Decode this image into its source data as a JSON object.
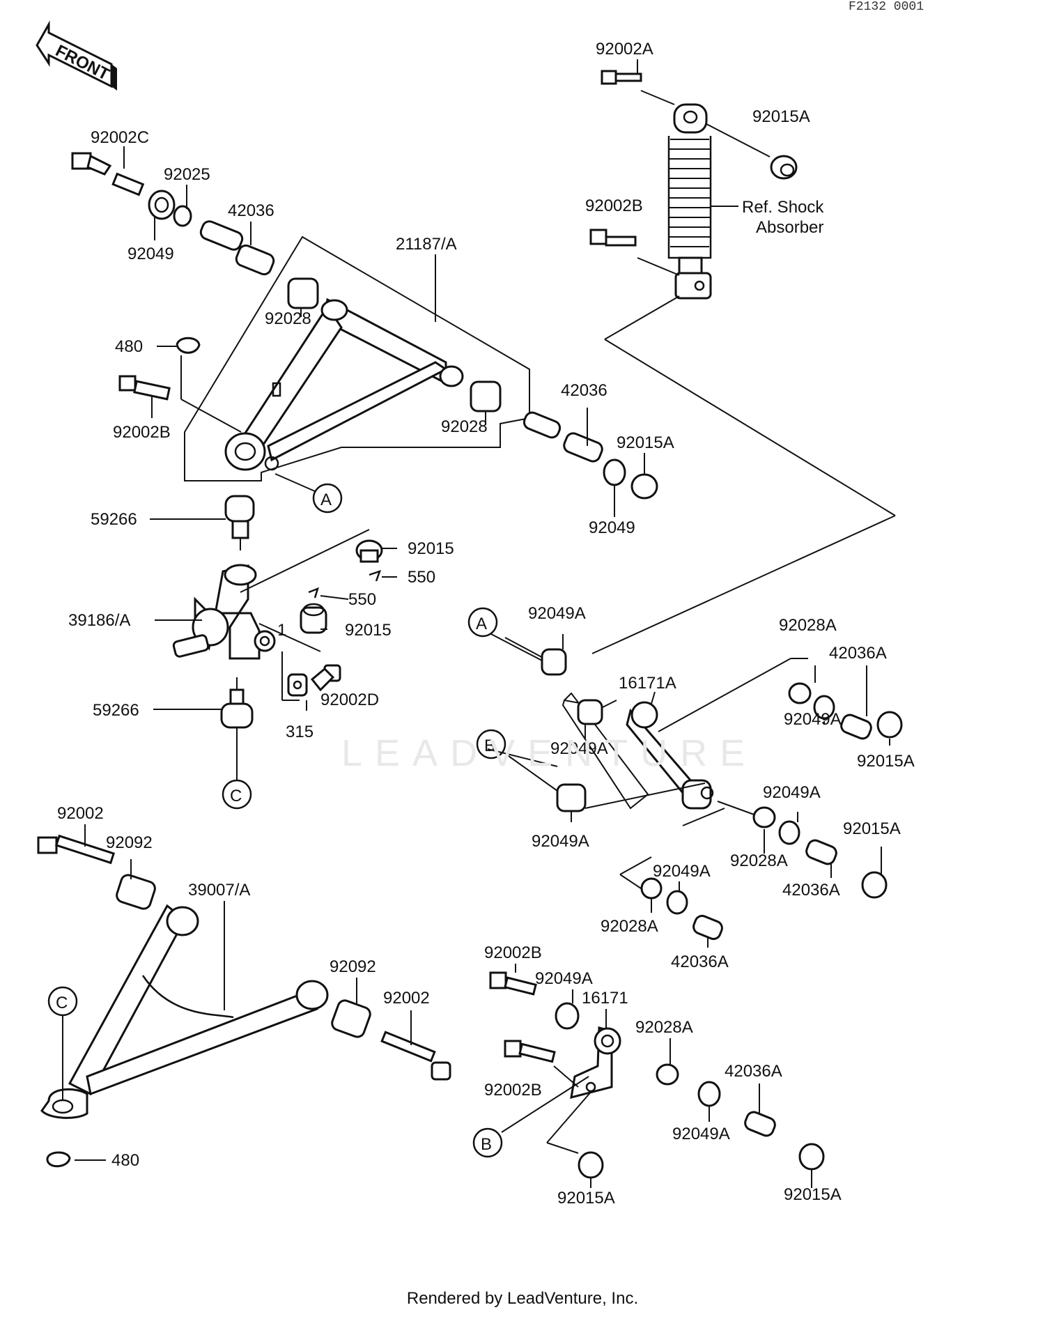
{
  "corner_code": "F2132 0001",
  "front_badge": "FRONT",
  "footer": "Rendered by LeadVenture, Inc.",
  "watermark": "LEADVENTURE",
  "callouts": {
    "A": "A",
    "B": "B",
    "C": "C"
  },
  "ref_shock": [
    "Ref. Shock",
    "Absorber"
  ],
  "labels": {
    "l01": "92002A",
    "l02": "92015A",
    "l03": "92002B",
    "l04": "92002C",
    "l05": "92025",
    "l06": "42036",
    "l07": "21187/A",
    "l08": "92049",
    "l09": "92028",
    "l10": "480",
    "l11": "92002B",
    "l12": "92028",
    "l13": "42036",
    "l14": "92015A",
    "l15": "92049",
    "l16": "59266",
    "l17": "92015",
    "l18": "550",
    "l19": "550",
    "l20": "39186/A",
    "l21": "92015",
    "l22": "1",
    "l23": "92002D",
    "l24": "315",
    "l25": "59266",
    "l26": "92049A",
    "l27": "16171A",
    "l28": "92028A",
    "l29": "42036A",
    "l30": "92049A",
    "l31": "92049A",
    "l32": "92015A",
    "l33": "92049A",
    "l34": "92049A",
    "l35": "92028A",
    "l36": "92015A",
    "l37": "42036A",
    "l38": "92049A",
    "l39": "92028A",
    "l40": "42036A",
    "l41": "92002",
    "l42": "92092",
    "l43": "39007/A",
    "l44": "92092",
    "l45": "92002",
    "l46": "480",
    "l47": "92002B",
    "l48": "92049A",
    "l49": "16171",
    "l50": "92028A",
    "l51": "92002B",
    "l52": "42036A",
    "l53": "92049A",
    "l54": "92015A",
    "l55": "92015A"
  }
}
